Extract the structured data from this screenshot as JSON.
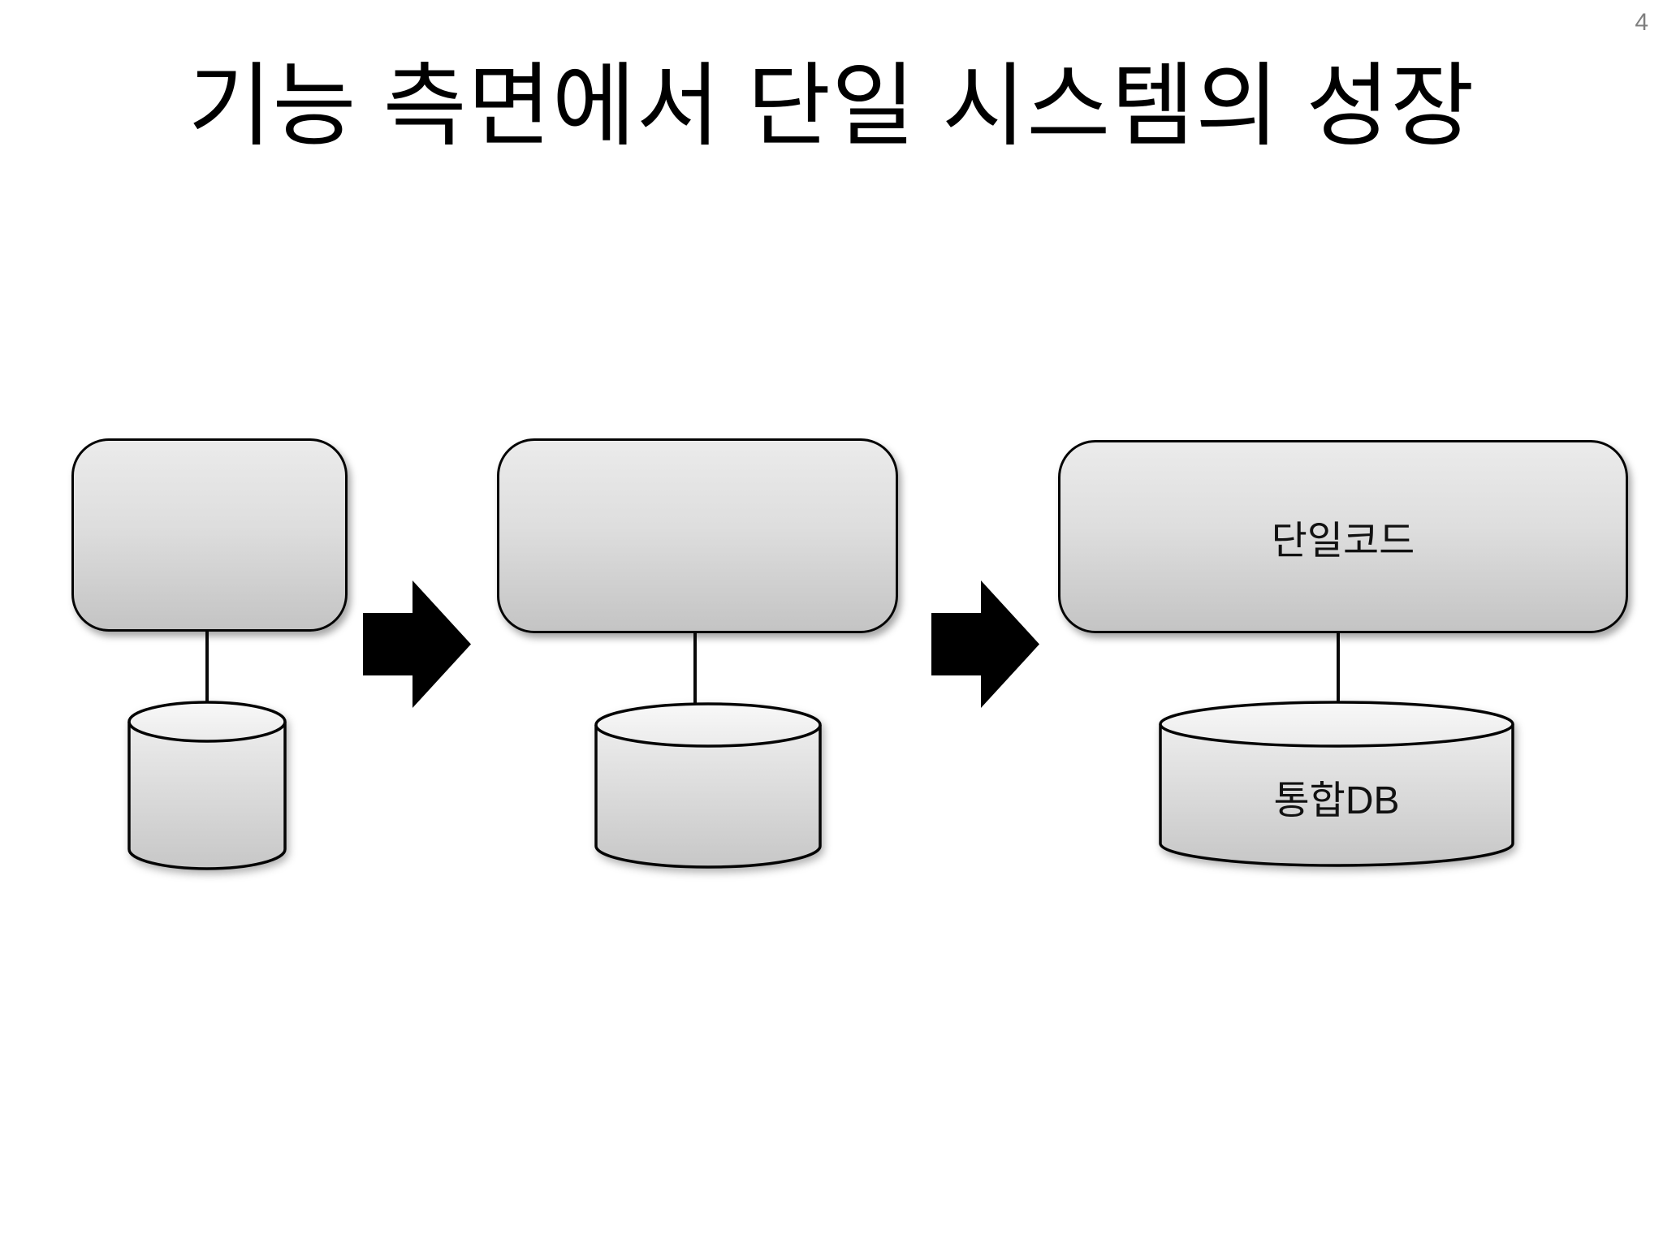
{
  "slide": {
    "page_number": "4",
    "title": "기능 측면에서 단일 시스템의 성장"
  },
  "diagram": {
    "description": "three-stage growth of a single system: application box connected to a database cylinder, growing larger at each stage",
    "stages": [
      {
        "id": "stage-1",
        "system_label": "",
        "database_label": ""
      },
      {
        "id": "stage-2",
        "system_label": "",
        "database_label": ""
      },
      {
        "id": "stage-3",
        "system_label": "단일코드",
        "database_label": "통합DB"
      }
    ],
    "colors": {
      "shape_fill_top": "#ebebeb",
      "shape_fill_bottom": "#c4c4c4",
      "cylinder_top_fill": "#f6f6f6",
      "outline": "#040404",
      "arrow_fill": "#000000",
      "page_number": "#7f7f7f",
      "title_text": "#000000"
    }
  }
}
